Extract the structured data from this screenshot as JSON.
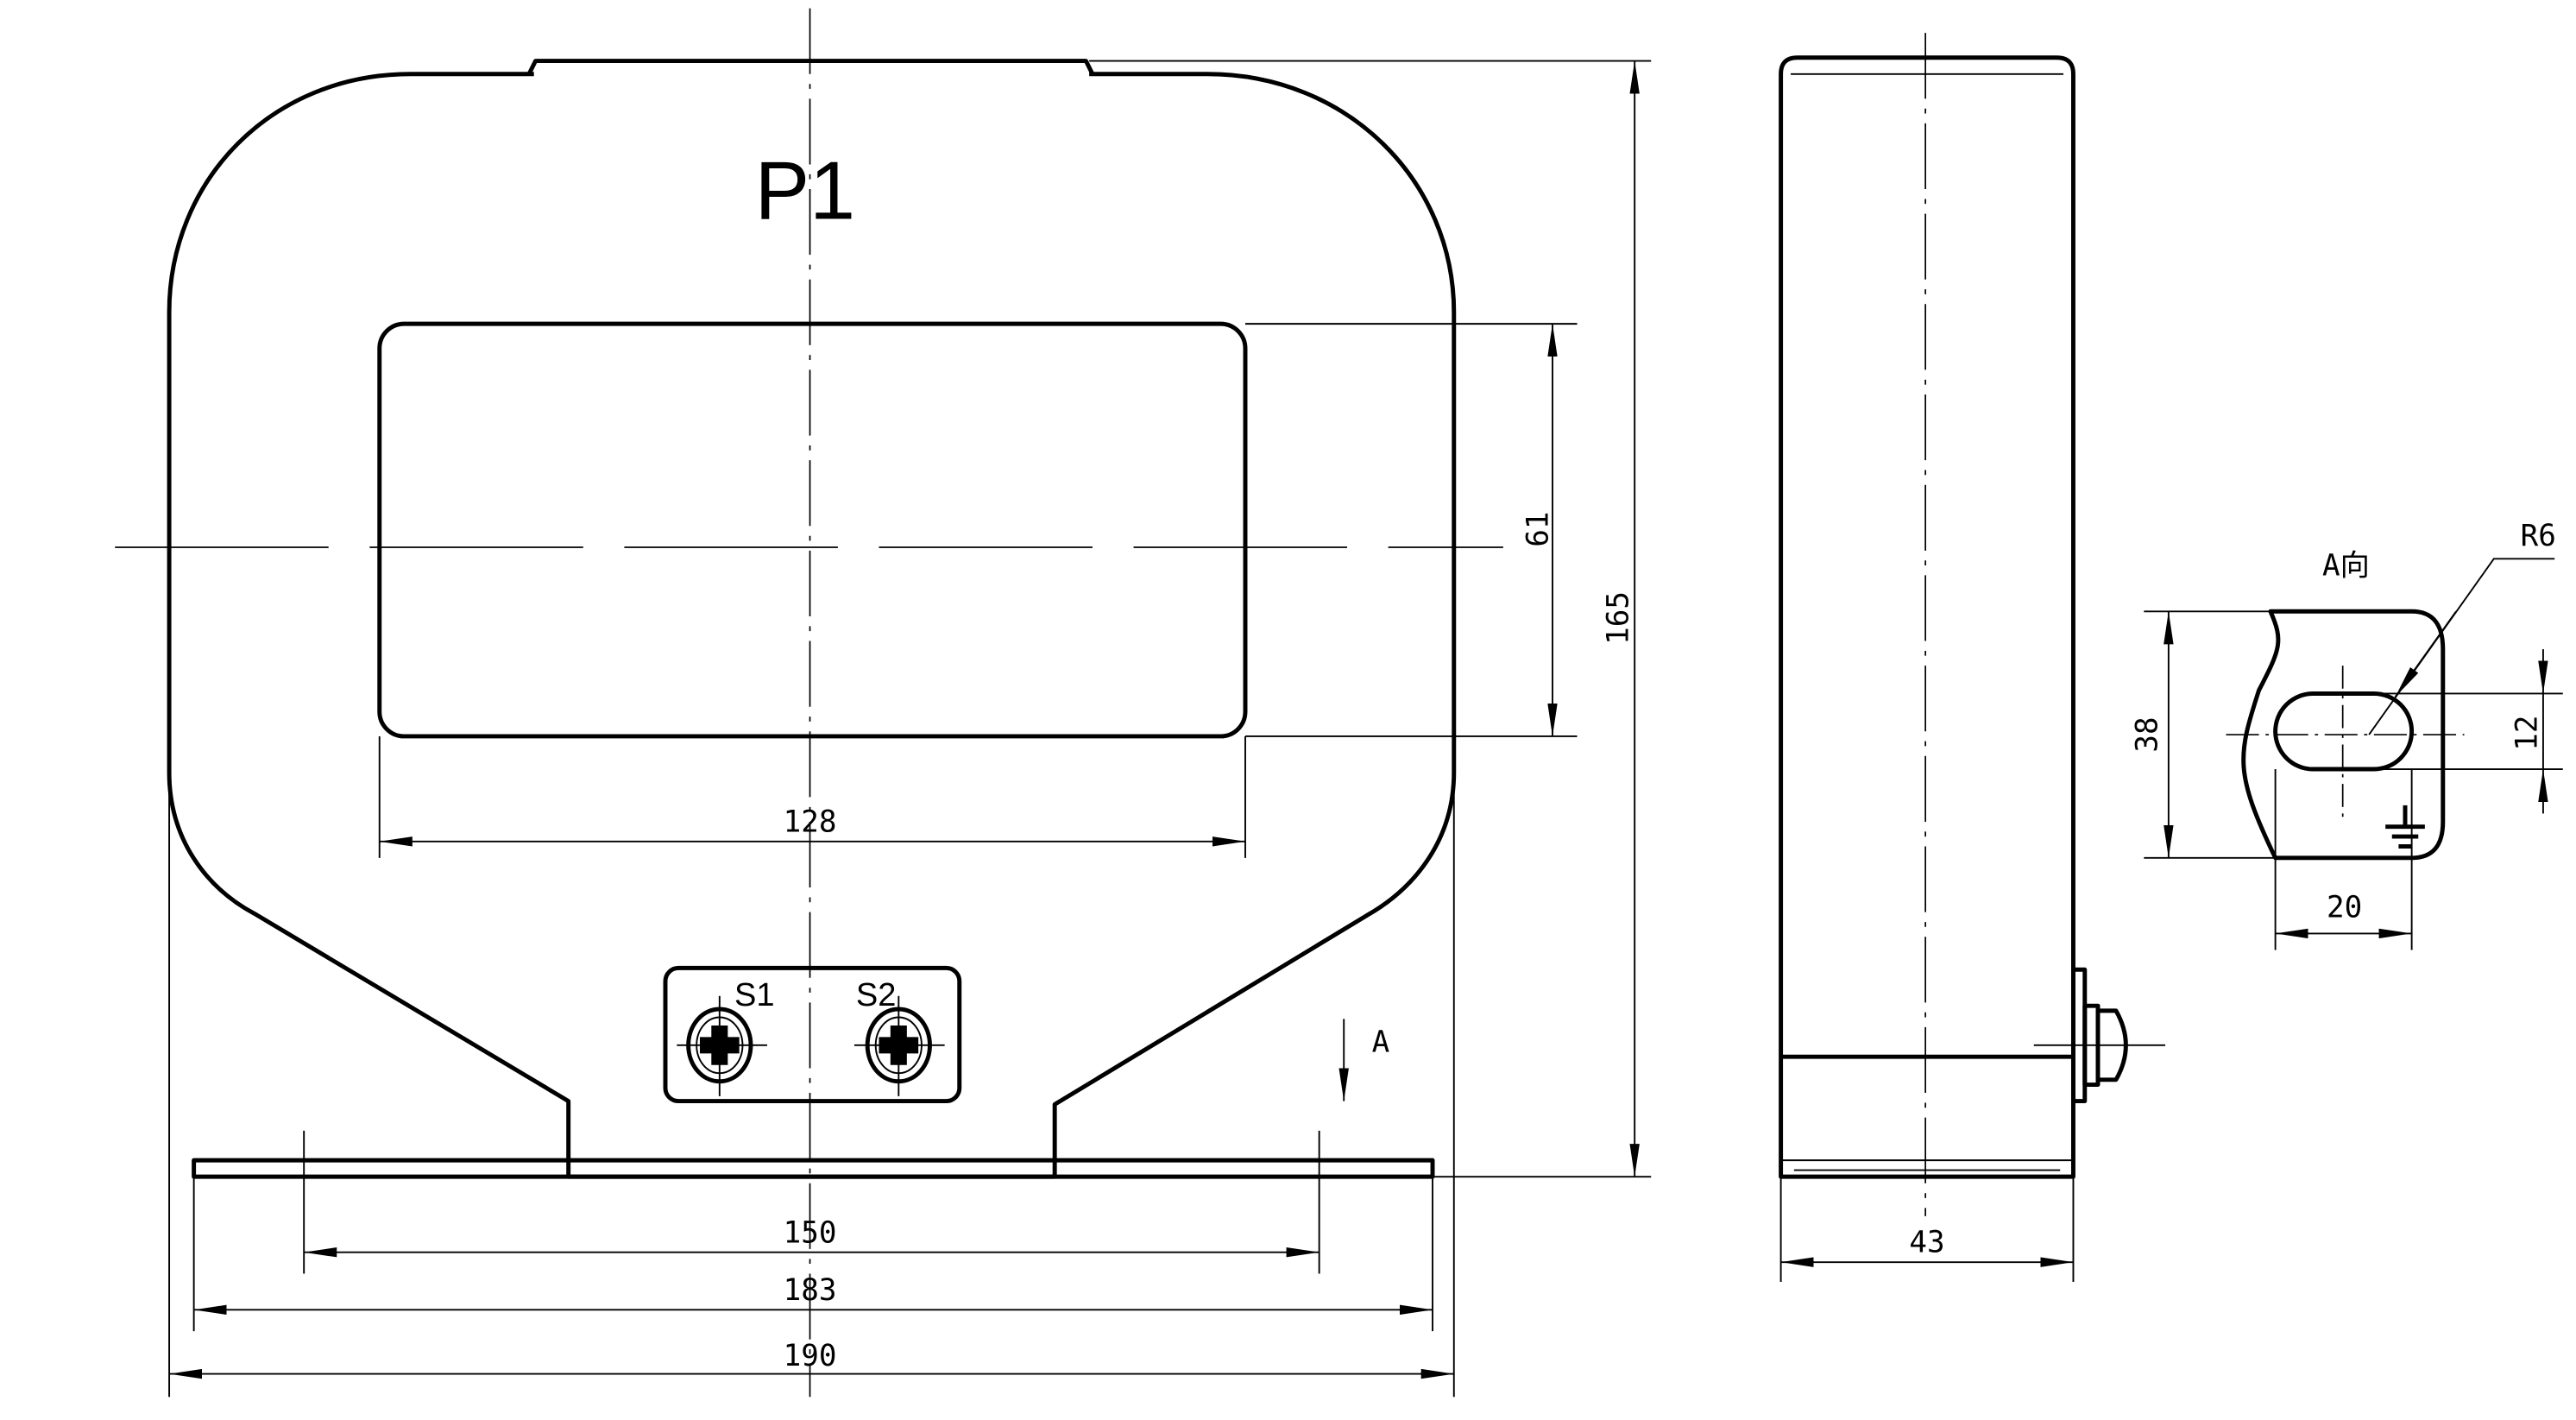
{
  "front_view": {
    "title": "P1",
    "terminals": [
      "S1",
      "S2"
    ],
    "view_arrow_label": "A",
    "dimensions": {
      "window_height": "61",
      "total_height": "165",
      "window_width": "128",
      "mount_hole_spacing": "150",
      "base_length": "183",
      "overall_width": "190"
    }
  },
  "side_view": {
    "dimensions": {
      "depth": "43"
    }
  },
  "view_a": {
    "title": "A向",
    "dimensions": {
      "height": "38",
      "slot_height": "12",
      "slot_width": "20",
      "slot_radius": "R6"
    }
  }
}
